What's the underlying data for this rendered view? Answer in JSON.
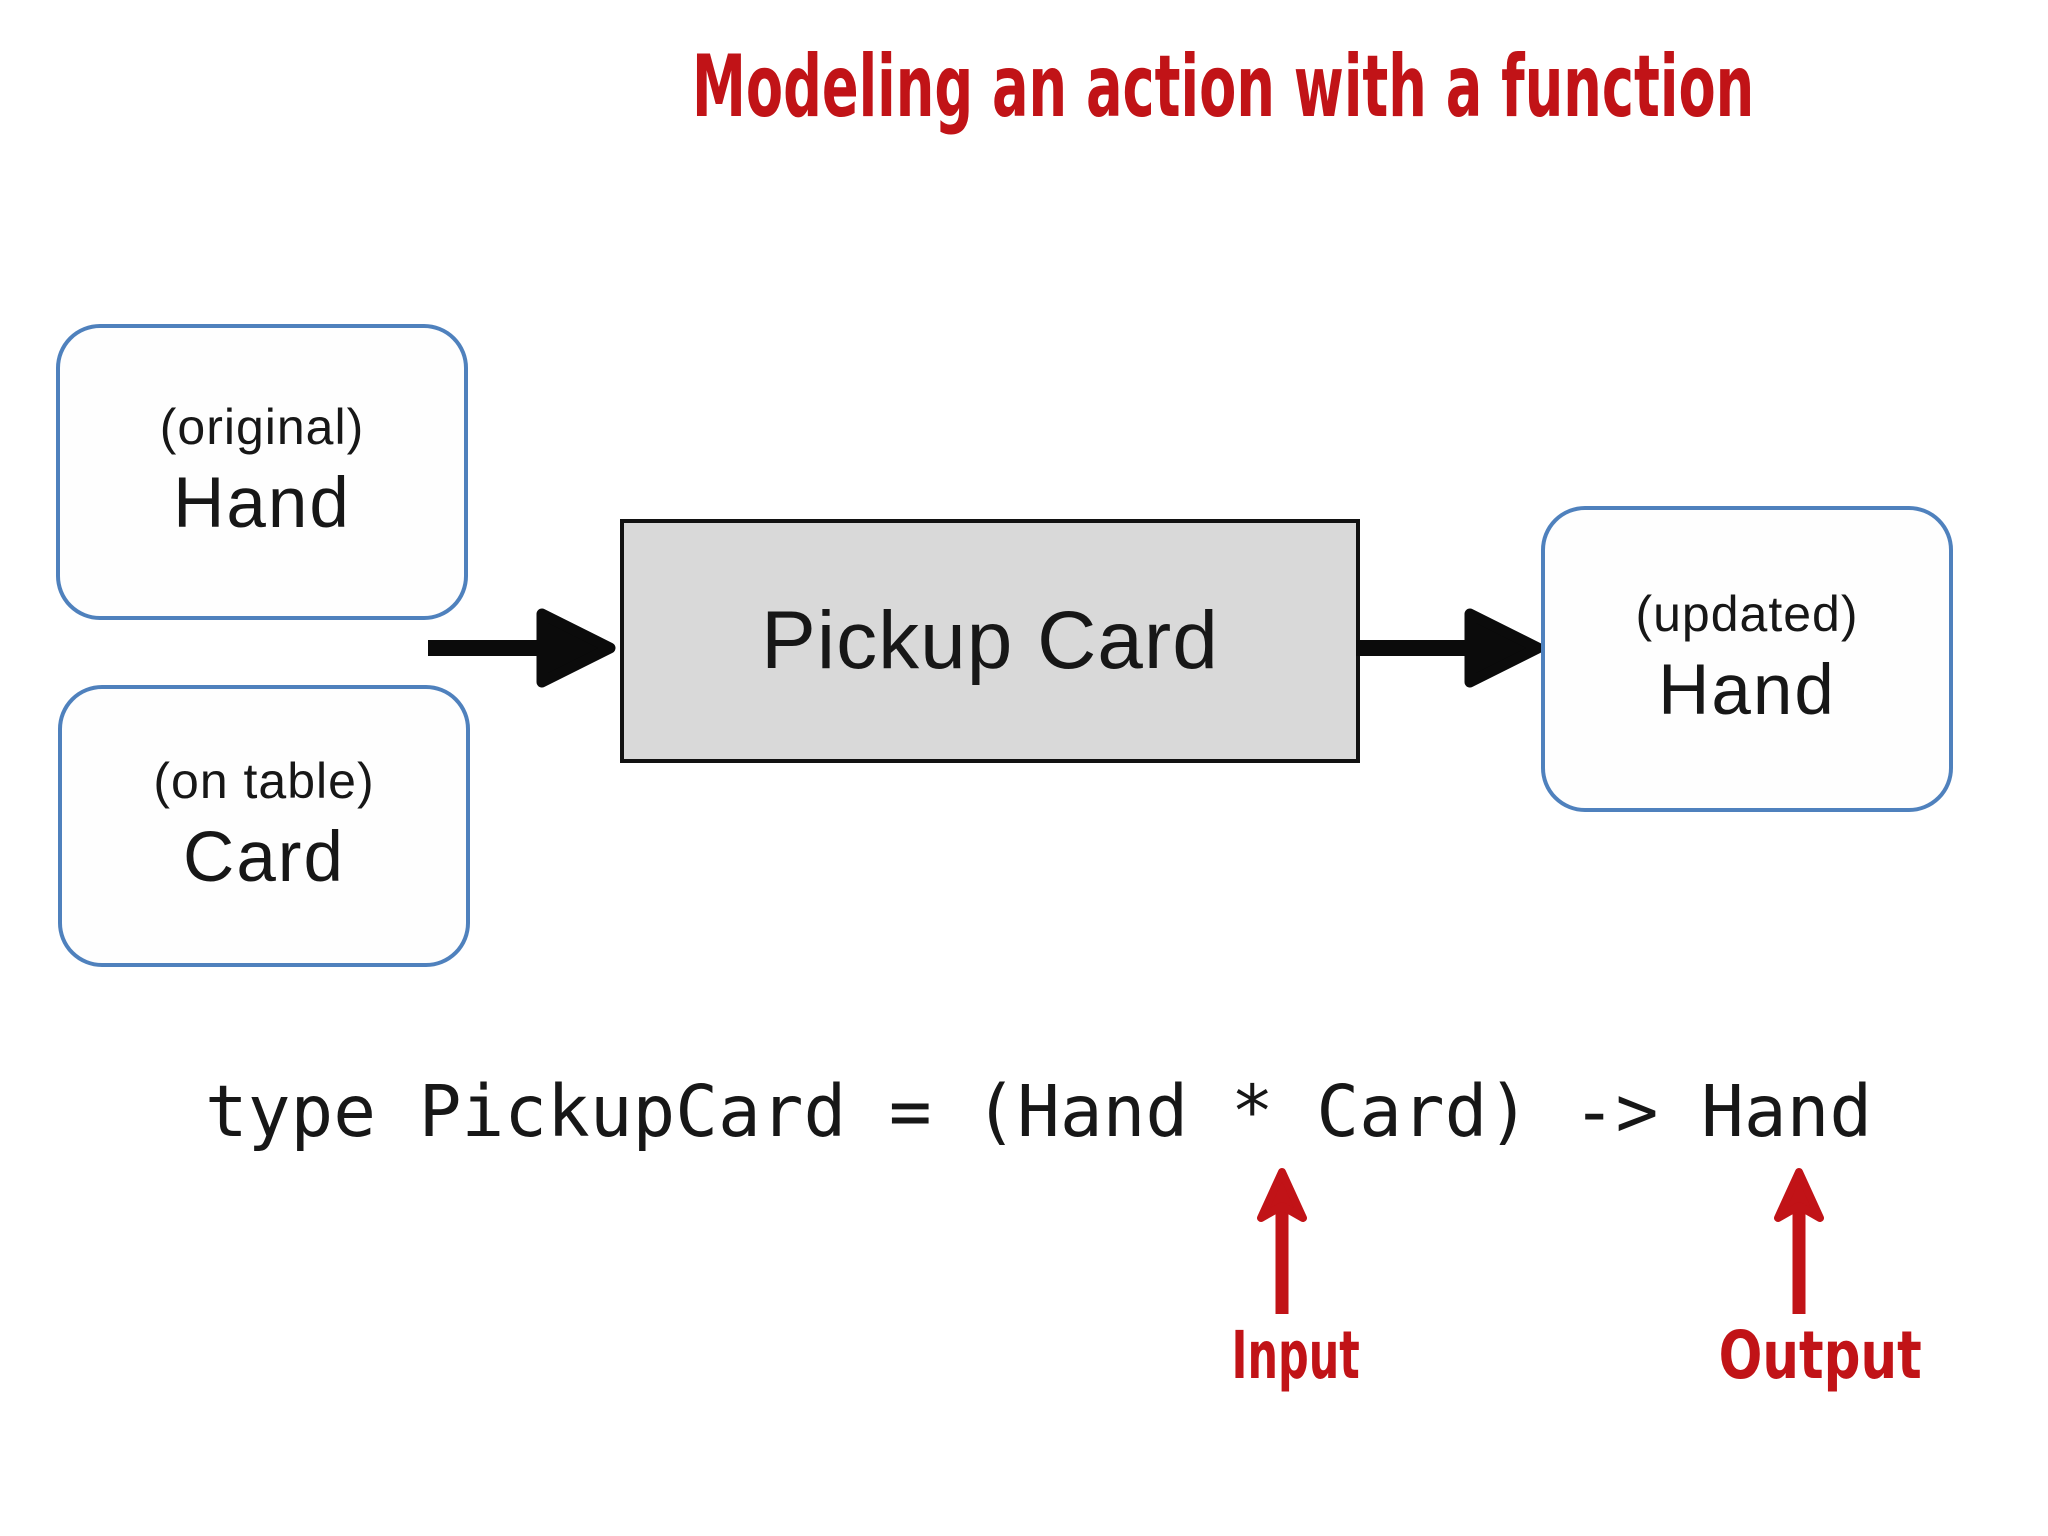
{
  "slide": {
    "title": "Modeling an action with a function",
    "flow": {
      "inputs": [
        {
          "qualifier": "(original)",
          "type_name": "Hand"
        },
        {
          "qualifier": "(on table)",
          "type_name": "Card"
        }
      ],
      "function_label": "Pickup Card",
      "output": {
        "qualifier": "(updated)",
        "type_name": "Hand"
      }
    },
    "code_line": "type PickupCard = (Hand * Card) -> Hand",
    "callouts": {
      "input_label": "Input",
      "output_label": "Output"
    },
    "colors": {
      "accent_red": "#c11317",
      "box_border_blue": "#4f81bd",
      "function_fill": "#d9d9d9",
      "function_border": "#121212",
      "arrow_black": "#0b0b0b",
      "text_black": "#171717"
    }
  }
}
